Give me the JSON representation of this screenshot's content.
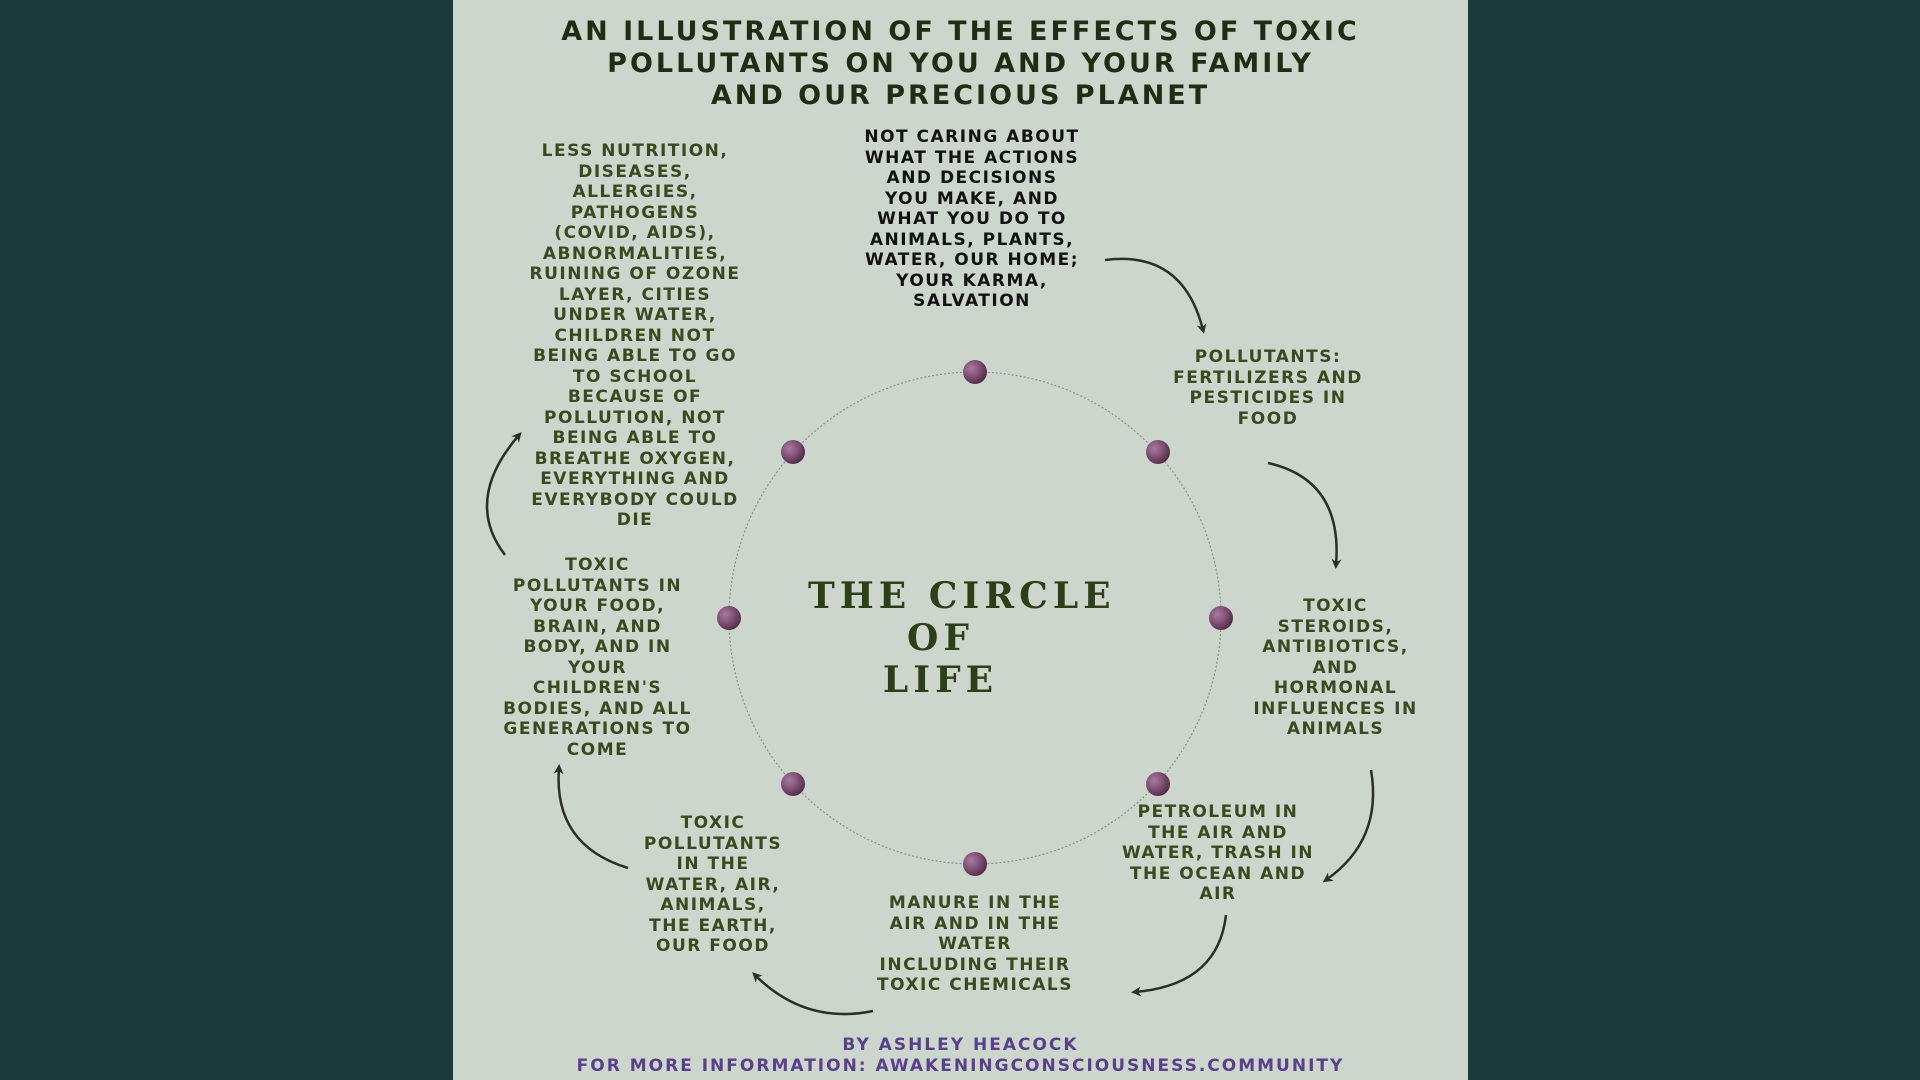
{
  "title_lines": [
    "AN ILLUSTRATION OF THE EFFECTS OF TOXIC",
    "POLLUTANTS ON YOU AND YOUR FAMILY",
    "AND OUR PRECIOUS PLANET"
  ],
  "center_lines": [
    "THE CIRCLE",
    "OF",
    "LIFE"
  ],
  "stages": [
    {
      "lines": [
        "NOT CARING ABOUT",
        "WHAT THE ACTIONS",
        "AND DECISIONS",
        "YOU MAKE, AND",
        "WHAT YOU DO TO",
        "ANIMALS, PLANTS,",
        "WATER, OUR HOME;",
        "YOUR KARMA,",
        "SALVATION"
      ]
    },
    {
      "lines": [
        "POLLUTANTS:",
        "FERTILIZERS AND",
        "PESTICIDES IN",
        "FOOD"
      ]
    },
    {
      "lines": [
        "TOXIC",
        "STEROIDS,",
        "ANTIBIOTICS,",
        "AND",
        "HORMONAL",
        "INFLUENCES IN",
        "ANIMALS"
      ]
    },
    {
      "lines": [
        "PETROLEUM IN",
        "THE AIR AND",
        "WATER, TRASH IN",
        "THE OCEAN AND",
        "AIR"
      ]
    },
    {
      "lines": [
        "MANURE IN THE",
        "AIR AND IN THE",
        "WATER",
        "INCLUDING THEIR",
        "TOXIC CHEMICALS"
      ]
    },
    {
      "lines": [
        "TOXIC",
        "POLLUTANTS",
        "IN THE",
        "WATER, AIR,",
        "ANIMALS,",
        "THE EARTH,",
        "OUR FOOD"
      ]
    },
    {
      "lines": [
        "TOXIC",
        "POLLUTANTS IN",
        "YOUR FOOD,",
        "BRAIN, AND",
        "BODY, AND IN",
        "YOUR",
        "CHILDREN'S",
        "BODIES, AND ALL",
        "GENERATIONS TO",
        "COME"
      ]
    },
    {
      "lines": [
        "LESS NUTRITION,",
        "DISEASES,",
        "ALLERGIES,",
        "PATHOGENS",
        "(COVID, AIDS),",
        "ABNORMALITIES,",
        "RUINING OF OZONE",
        "LAYER, CITIES",
        "UNDER WATER,",
        "CHILDREN NOT",
        "BEING ABLE TO GO",
        "TO SCHOOL",
        "BECAUSE OF",
        "POLLUTION, NOT",
        "BEING ABLE TO",
        "BREATHE OXYGEN,",
        "EVERYTHING AND",
        "EVERYBODY COULD",
        "DIE"
      ]
    }
  ],
  "credits": {
    "author": "BY ASHLEY HEACOCK",
    "info": "FOR MORE INFORMATION: AWAKENINGCONSCIOUSNESS.COMMUNITY"
  },
  "colors": {
    "background": "#1a3a3c",
    "panel": "#cdd6cc",
    "node": "#7a4a6e",
    "text": "#3a4a1f",
    "credits": "#5a3f8a"
  }
}
